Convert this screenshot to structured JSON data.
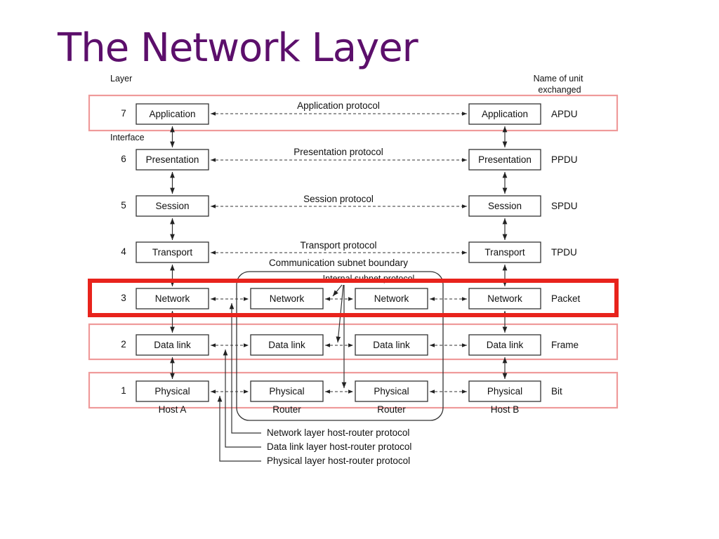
{
  "title": "The Network Layer",
  "header": {
    "layer": "Layer",
    "unit_line1": "Name of unit",
    "unit_line2": "exchanged",
    "interface": "Interface"
  },
  "layers": [
    {
      "num": "7",
      "name": "Application",
      "protocol": "Application protocol",
      "unit": "APDU"
    },
    {
      "num": "6",
      "name": "Presentation",
      "protocol": "Presentation protocol",
      "unit": "PPDU"
    },
    {
      "num": "5",
      "name": "Session",
      "protocol": "Session protocol",
      "unit": "SPDU"
    },
    {
      "num": "4",
      "name": "Transport",
      "protocol": "Transport protocol",
      "unit": "TPDU"
    },
    {
      "num": "3",
      "name": "Network",
      "unit": "Packet"
    },
    {
      "num": "2",
      "name": "Data link",
      "unit": "Frame"
    },
    {
      "num": "1",
      "name": "Physical",
      "unit": "Bit"
    }
  ],
  "subnet": {
    "boundary_label": "Communication subnet boundary",
    "internal_label": "Internal subnet protocol"
  },
  "nodes": {
    "host_a": "Host A",
    "router1": "Router",
    "router2": "Router",
    "host_b": "Host B"
  },
  "legend": [
    "Network layer host-router protocol",
    "Data link layer host-router protocol",
    "Physical layer host-router protocol"
  ],
  "colors": {
    "title": "#5c0f6b",
    "highlight_strong": "#e8231c",
    "highlight_soft": "#ef9a9a"
  }
}
